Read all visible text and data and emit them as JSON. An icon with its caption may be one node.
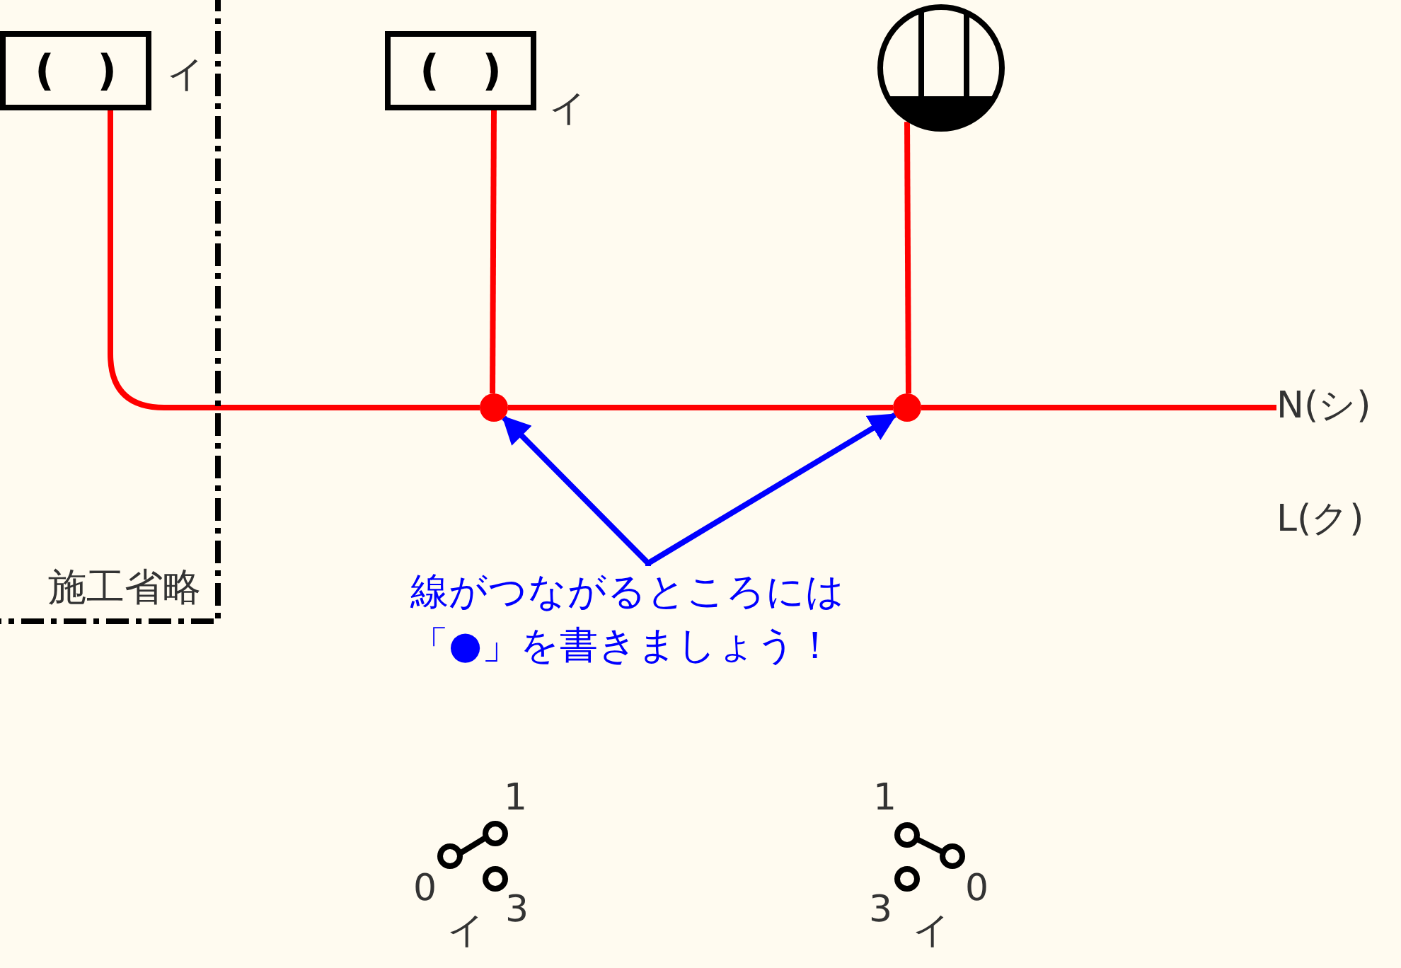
{
  "diagram": {
    "nodes": [
      {
        "text": [
          "施工省略"
        ]
      },
      {
        "text": [
          "( )"
        ],
        "beside": [
          "イ"
        ],
        "in": 0
      },
      {
        "text": [
          "( )"
        ],
        "beside": [
          "イ"
        ]
      },
      {
        "text": [],
        "shape": "circle"
      },
      {
        "text": [],
        "shape": "circle"
      },
      {
        "text": [],
        "shape": "circle"
      },
      {
        "text": [
          "N(シ)"
        ]
      },
      {
        "text": [
          "線がつながるところには「●」を書きましょう！"
        ]
      }
    ],
    "edges": [
      {
        "from": 1,
        "to": 4,
        "arrow": "none"
      },
      {
        "from": 2,
        "to": 4,
        "arrow": "none"
      },
      {
        "from": 4,
        "to": 5,
        "arrow": "none"
      },
      {
        "from": 3,
        "to": 5,
        "arrow": "none"
      },
      {
        "from": 5,
        "to": 6,
        "arrow": "none"
      },
      {
        "from": 7,
        "to": 4,
        "arrow": "to",
        "color": "#0000ff"
      },
      {
        "from": 7,
        "to": 5,
        "arrow": "to",
        "color": "#0000ff"
      }
    ],
    "labels": [
      "L(ク)",
      "1",
      "0",
      "3",
      "イ",
      "1",
      "3",
      "0",
      "イ"
    ]
  }
}
